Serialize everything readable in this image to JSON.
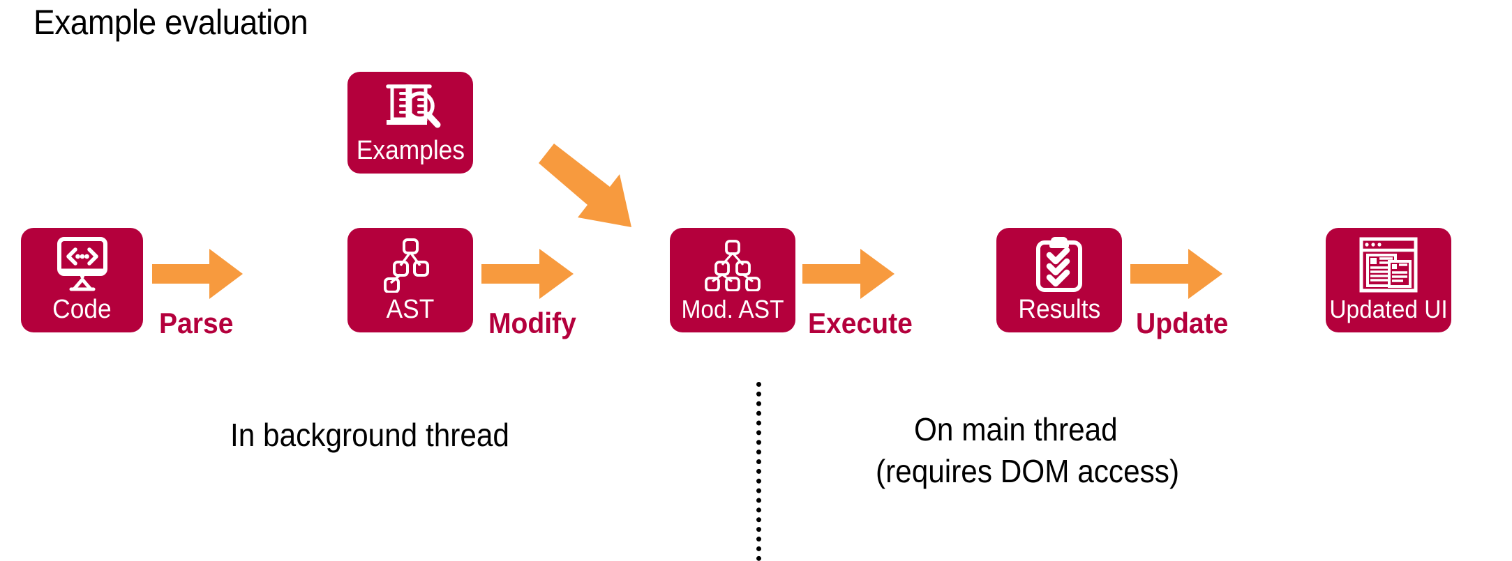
{
  "title": "Example evaluation",
  "colors": {
    "crimson": "#B4003C",
    "orange": "#F79A3E",
    "background": "#FFFFFF",
    "text": "#000000",
    "box_text": "#FFFFFF"
  },
  "nodes": [
    {
      "id": "code",
      "label": "Code",
      "icon": "monitor-code-icon"
    },
    {
      "id": "examples",
      "label": "Examples",
      "icon": "test-tubes-magnifier-icon"
    },
    {
      "id": "ast",
      "label": "AST",
      "icon": "tree-small-icon"
    },
    {
      "id": "mod_ast",
      "label": "Mod. AST",
      "icon": "tree-large-icon"
    },
    {
      "id": "results",
      "label": "Results",
      "icon": "clipboard-checklist-icon"
    },
    {
      "id": "updated_ui",
      "label": "Updated UI",
      "icon": "browser-window-icon"
    }
  ],
  "arrows": [
    {
      "id": "parse",
      "label": "Parse",
      "from": "code",
      "to": "ast",
      "direction": "right"
    },
    {
      "id": "modify",
      "label": "Modify",
      "from": "ast",
      "to": "mod_ast",
      "direction": "right"
    },
    {
      "id": "execute",
      "label": "Execute",
      "from": "mod_ast",
      "to": "results",
      "direction": "right"
    },
    {
      "id": "update",
      "label": "Update",
      "from": "results",
      "to": "updated_ui",
      "direction": "right"
    },
    {
      "id": "diagonal",
      "label": "",
      "from": "examples",
      "to": "mod_ast",
      "direction": "down-right"
    }
  ],
  "annotations": {
    "background_thread": "In background thread",
    "main_thread_line1": "On main thread",
    "main_thread_line2": "(requires DOM access)"
  },
  "divider": {
    "style": "dotted-vertical",
    "separates": [
      "background thread",
      "main thread"
    ]
  }
}
